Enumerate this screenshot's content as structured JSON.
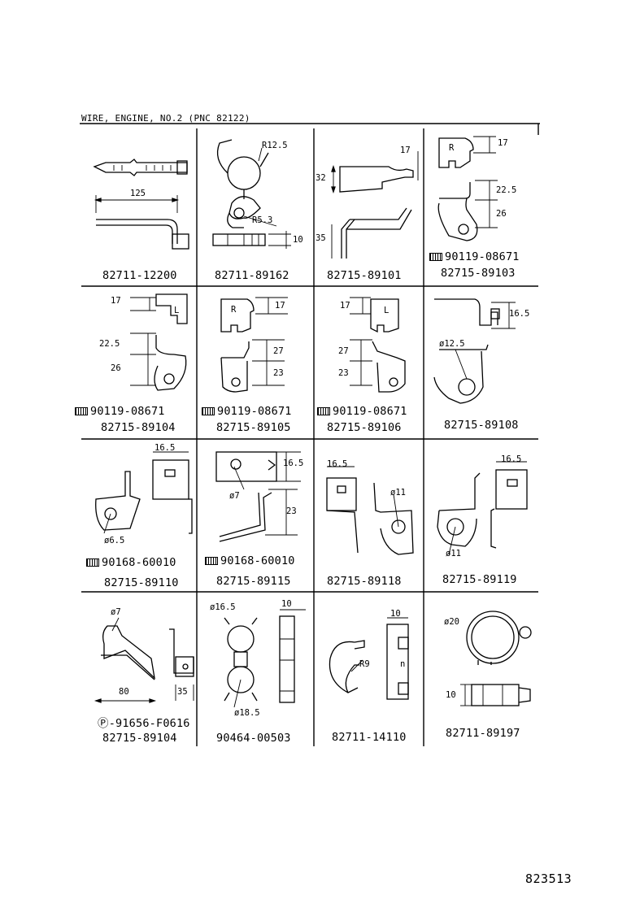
{
  "header": {
    "title": "WIRE, ENGINE, NO.2 (PNC 82122)"
  },
  "cells": [
    {
      "id": "r1c1",
      "part_number": "82711-12200",
      "dims": [
        "125"
      ]
    },
    {
      "id": "r1c2",
      "part_number": "82711-89162",
      "dims": [
        "R12.5",
        "R5.3",
        "10"
      ]
    },
    {
      "id": "r1c3",
      "part_number": "82715-89101",
      "dims": [
        "17",
        "32",
        "35"
      ]
    },
    {
      "id": "r1c4",
      "part_number": "82715-89103",
      "bolt": "90119-08671",
      "letter": "R",
      "dims": [
        "17",
        "22.5",
        "26"
      ]
    },
    {
      "id": "r2c1",
      "part_number": "82715-89104",
      "bolt": "90119-08671",
      "letter": "L",
      "dims": [
        "17",
        "22.5",
        "26"
      ]
    },
    {
      "id": "r2c2",
      "part_number": "82715-89105",
      "bolt": "90119-08671",
      "letter": "R",
      "dims": [
        "17",
        "27",
        "23"
      ]
    },
    {
      "id": "r2c3",
      "part_number": "82715-89106",
      "bolt": "90119-08671",
      "letter": "L",
      "dims": [
        "17",
        "27",
        "23"
      ]
    },
    {
      "id": "r2c4",
      "part_number": "82715-89108",
      "dims": [
        "16.5",
        "ø12.5"
      ]
    },
    {
      "id": "r3c1",
      "part_number": "82715-89110",
      "bolt": "90168-60010",
      "dims": [
        "16.5",
        "ø6.5"
      ]
    },
    {
      "id": "r3c2",
      "part_number": "82715-89115",
      "bolt": "90168-60010",
      "dims": [
        "16.5",
        "ø7",
        "23"
      ]
    },
    {
      "id": "r3c3",
      "part_number": "82715-89118",
      "dims": [
        "16.5",
        "ø11"
      ]
    },
    {
      "id": "r3c4",
      "part_number": "82715-89119",
      "dims": [
        "16.5",
        "ø11"
      ]
    },
    {
      "id": "r4c1",
      "part_number": "82715-89104",
      "bolt": "91656-F0616",
      "dims": [
        "ø7",
        "80",
        "35"
      ]
    },
    {
      "id": "r4c2",
      "part_number": "90464-00503",
      "dims": [
        "ø16.5",
        "10",
        "ø18.5"
      ]
    },
    {
      "id": "r4c3",
      "part_number": "82711-14110",
      "dims": [
        "10",
        "R9",
        "n"
      ]
    },
    {
      "id": "r4c4",
      "part_number": "82711-89197",
      "dims": [
        "ø20",
        "10"
      ]
    }
  ],
  "reference_number": "823513"
}
